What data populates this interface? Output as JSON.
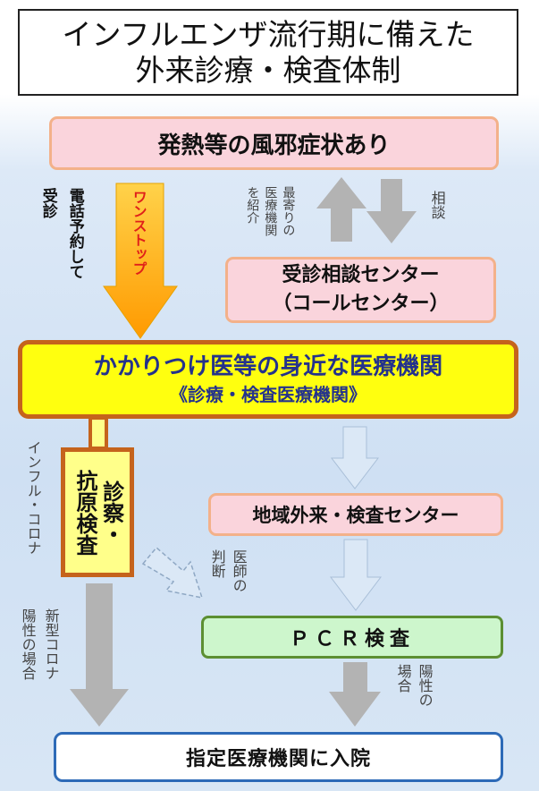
{
  "title": {
    "line1": "インフルエンザ流行期に備えた",
    "line2": "外来診療・検査体制"
  },
  "nodes": {
    "fever": "発熱等の風邪症状あり",
    "consult_center_line1": "受診相談センター",
    "consult_center_line2": "（コールセンター）",
    "clinic_main": "かかりつけ医等の身近な医療機関",
    "clinic_sub": "《診療・検査医療機関》",
    "exam_line1": "診察・",
    "exam_line2": "抗原検査",
    "local_center": "地域外来・検査センター",
    "pcr": "ＰＣＲ検査",
    "hospital": "指定医療機関に入院"
  },
  "labels": {
    "phone_reservation": "電話予約して",
    "visit": "受診",
    "one_stop": "ワンストップ",
    "nearest_line1": "最寄りの",
    "nearest_line2": "医療機関",
    "nearest_line3": "を紹介",
    "consult": "相談",
    "doctor_judgment_line1": "医師の",
    "doctor_judgment_line2": "判断",
    "flu_corona": "インフル・コロナ",
    "new_corona_line1": "新型コロナ",
    "new_corona_line2": "陽性の場合",
    "positive_line1": "陽性の",
    "positive_line2": "場合"
  },
  "colors": {
    "pink_fill": "#fad4dc",
    "pink_border": "#f3b18a",
    "clinic_fill": "#ffff0f",
    "clinic_border": "#c5631c",
    "clinic_text": "#24328c",
    "pcr_fill": "#cdf6cc",
    "pcr_border": "#5c8f32",
    "hospital_border": "#2d6ab7",
    "gray_arrow": "#b3b3b3",
    "orange_arrow_top": "#ffd24a",
    "orange_arrow_bottom": "#ff9a00",
    "light_arrow": "#dbe8f6"
  }
}
